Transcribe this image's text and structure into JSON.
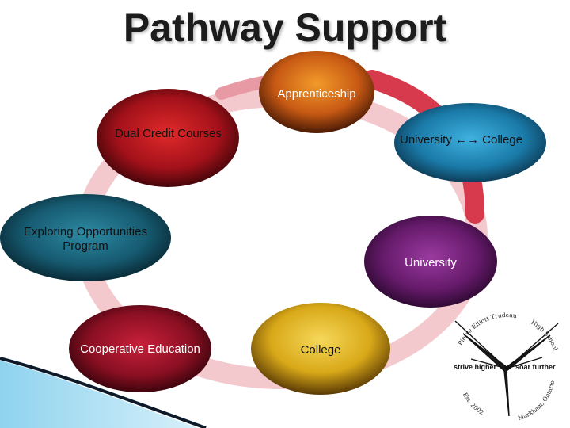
{
  "title": "Pathway Support",
  "nodes": [
    {
      "id": "apprenticeship",
      "label": "Apprenticeship"
    },
    {
      "id": "dual-credit",
      "label": "Dual Credit Courses"
    },
    {
      "id": "university-college",
      "label": "University ←→ College"
    },
    {
      "id": "exploring",
      "label": "Exploring Opportunities Program"
    },
    {
      "id": "university",
      "label": "University"
    },
    {
      "id": "cooperative",
      "label": "Cooperative Education"
    },
    {
      "id": "college",
      "label": "College"
    }
  ],
  "logo": {
    "arc_top_left": "Pierre Elliott Trudeau",
    "arc_top_right": "High School",
    "left_text": "strive higher",
    "right_text": "soar further",
    "arc_bottom_left": "Est. 2002",
    "arc_bottom_right": "Markham, Ontario"
  },
  "colors": {
    "ring": "#d23a4a",
    "apprenticeship": "#d9731a",
    "dual_credit": "#b3121b",
    "university_college": "#1e86b8",
    "exploring": "#1a6a83",
    "university": "#6e1d73",
    "cooperative": "#a01024",
    "college": "#d8a818"
  }
}
